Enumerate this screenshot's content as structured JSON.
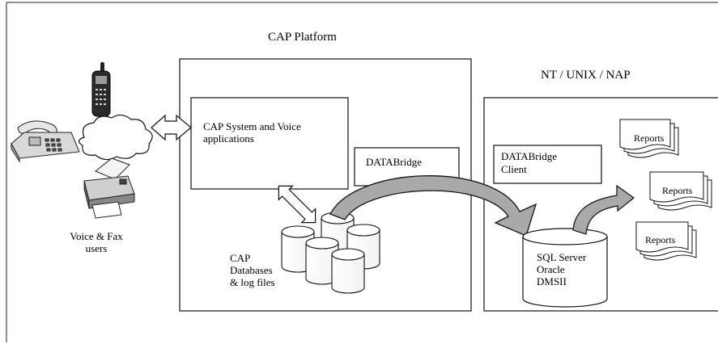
{
  "platform": {
    "title": "CAP Platform",
    "voice_box_lines": [
      "CAP System and Voice",
      "applications"
    ],
    "databridge_label": "DATABridge",
    "db_label_lines": [
      "CAP",
      "Databases",
      "& log files"
    ]
  },
  "host": {
    "title": "NT / UNIX / NAP",
    "client_lines": [
      "DATABridge",
      "Client"
    ],
    "db_lines": [
      "SQL Server",
      "Oracle",
      "DMSII"
    ],
    "reports": [
      "Reports",
      "Reports",
      "Reports"
    ]
  },
  "users": {
    "label_lines": [
      "Voice & Fax",
      "users"
    ],
    "icons": [
      "cell-phone-icon",
      "desk-phone-icon",
      "fax-machine-icon",
      "network-cloud-icon"
    ]
  },
  "colors": {
    "line": "#111111",
    "arrow_fill": "#a9a9a9",
    "background": "#ffffff"
  }
}
